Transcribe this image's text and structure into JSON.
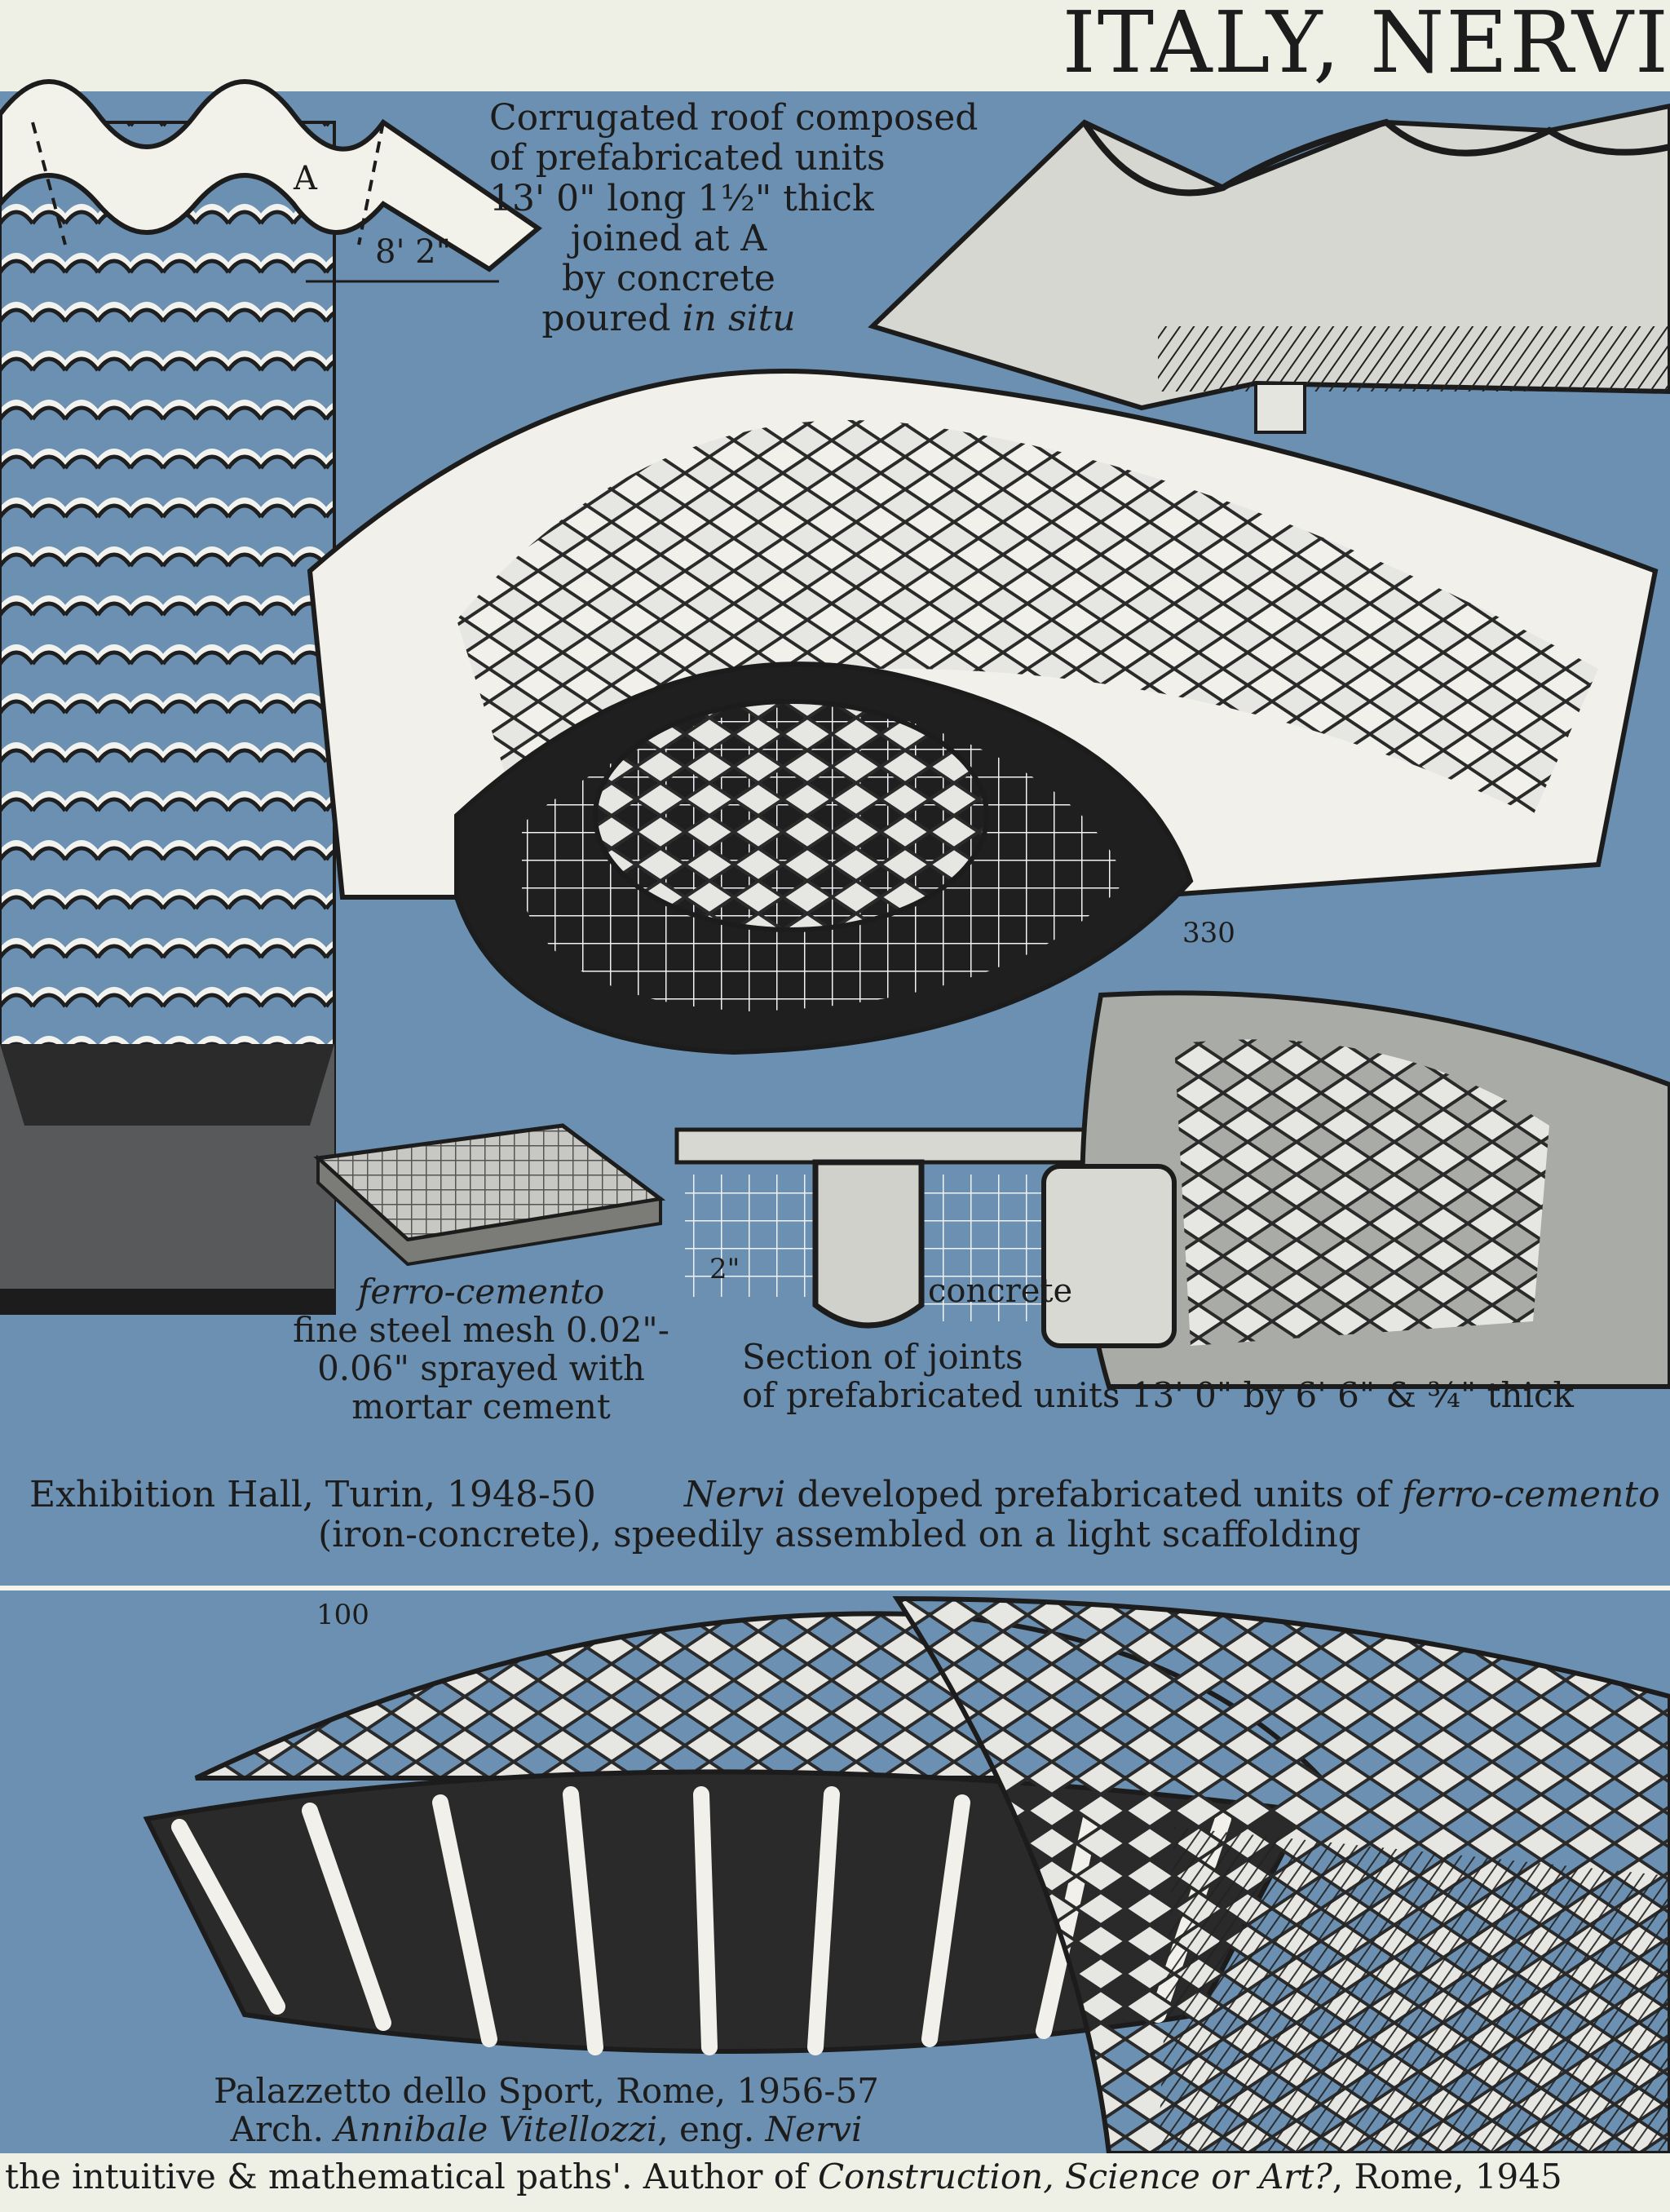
{
  "heading": "ITALY, NERVI",
  "captions": {
    "roof_lines": [
      "Corrugated roof composed",
      "of prefabricated units",
      "13' 0\" long 1½\" thick",
      "joined at A",
      "by concrete",
      "poured"
    ],
    "roof_in_situ": "in situ",
    "label_a": "A",
    "dim_8_2": "8' 2\"",
    "dim_330": "330",
    "dim_100": "100",
    "dim_2": "2\"",
    "ferro_title": "ferro-cemento",
    "ferro_lines": [
      "fine steel mesh 0.02\"-",
      "0.06\" sprayed with",
      "mortar cement"
    ],
    "concrete_label": "concrete",
    "section_lines": [
      "Section of joints",
      "of prefabricated units 13' 0\" by 6' 6\" & ¾\" thick"
    ],
    "turin_caption": "Exhibition Hall, Turin, 1948-50",
    "nervi_word": "Nervi",
    "nervi_caption_1": " developed prefabricated units of ",
    "ferro_word": "ferro-cemento",
    "nervi_caption_2": "(iron-concrete), speedily assembled on a light scaffolding",
    "rome_line1": "Palazzetto dello Sport, Rome, 1956-57",
    "rome_arch": "Arch. ",
    "rome_arch_name": "Annibale Vitellozzi",
    "rome_eng": ", eng. ",
    "rome_eng_name": "Nervi"
  },
  "footer": {
    "prefix": "the intuitive & mathematical paths'.  Author of ",
    "book": "Construction, Science or Art?",
    "suffix": ", Rome, 1945"
  },
  "colors": {
    "panel_blue": "#6b90b1",
    "paper": "#eef0e6",
    "ink": "#1c1c1c"
  }
}
